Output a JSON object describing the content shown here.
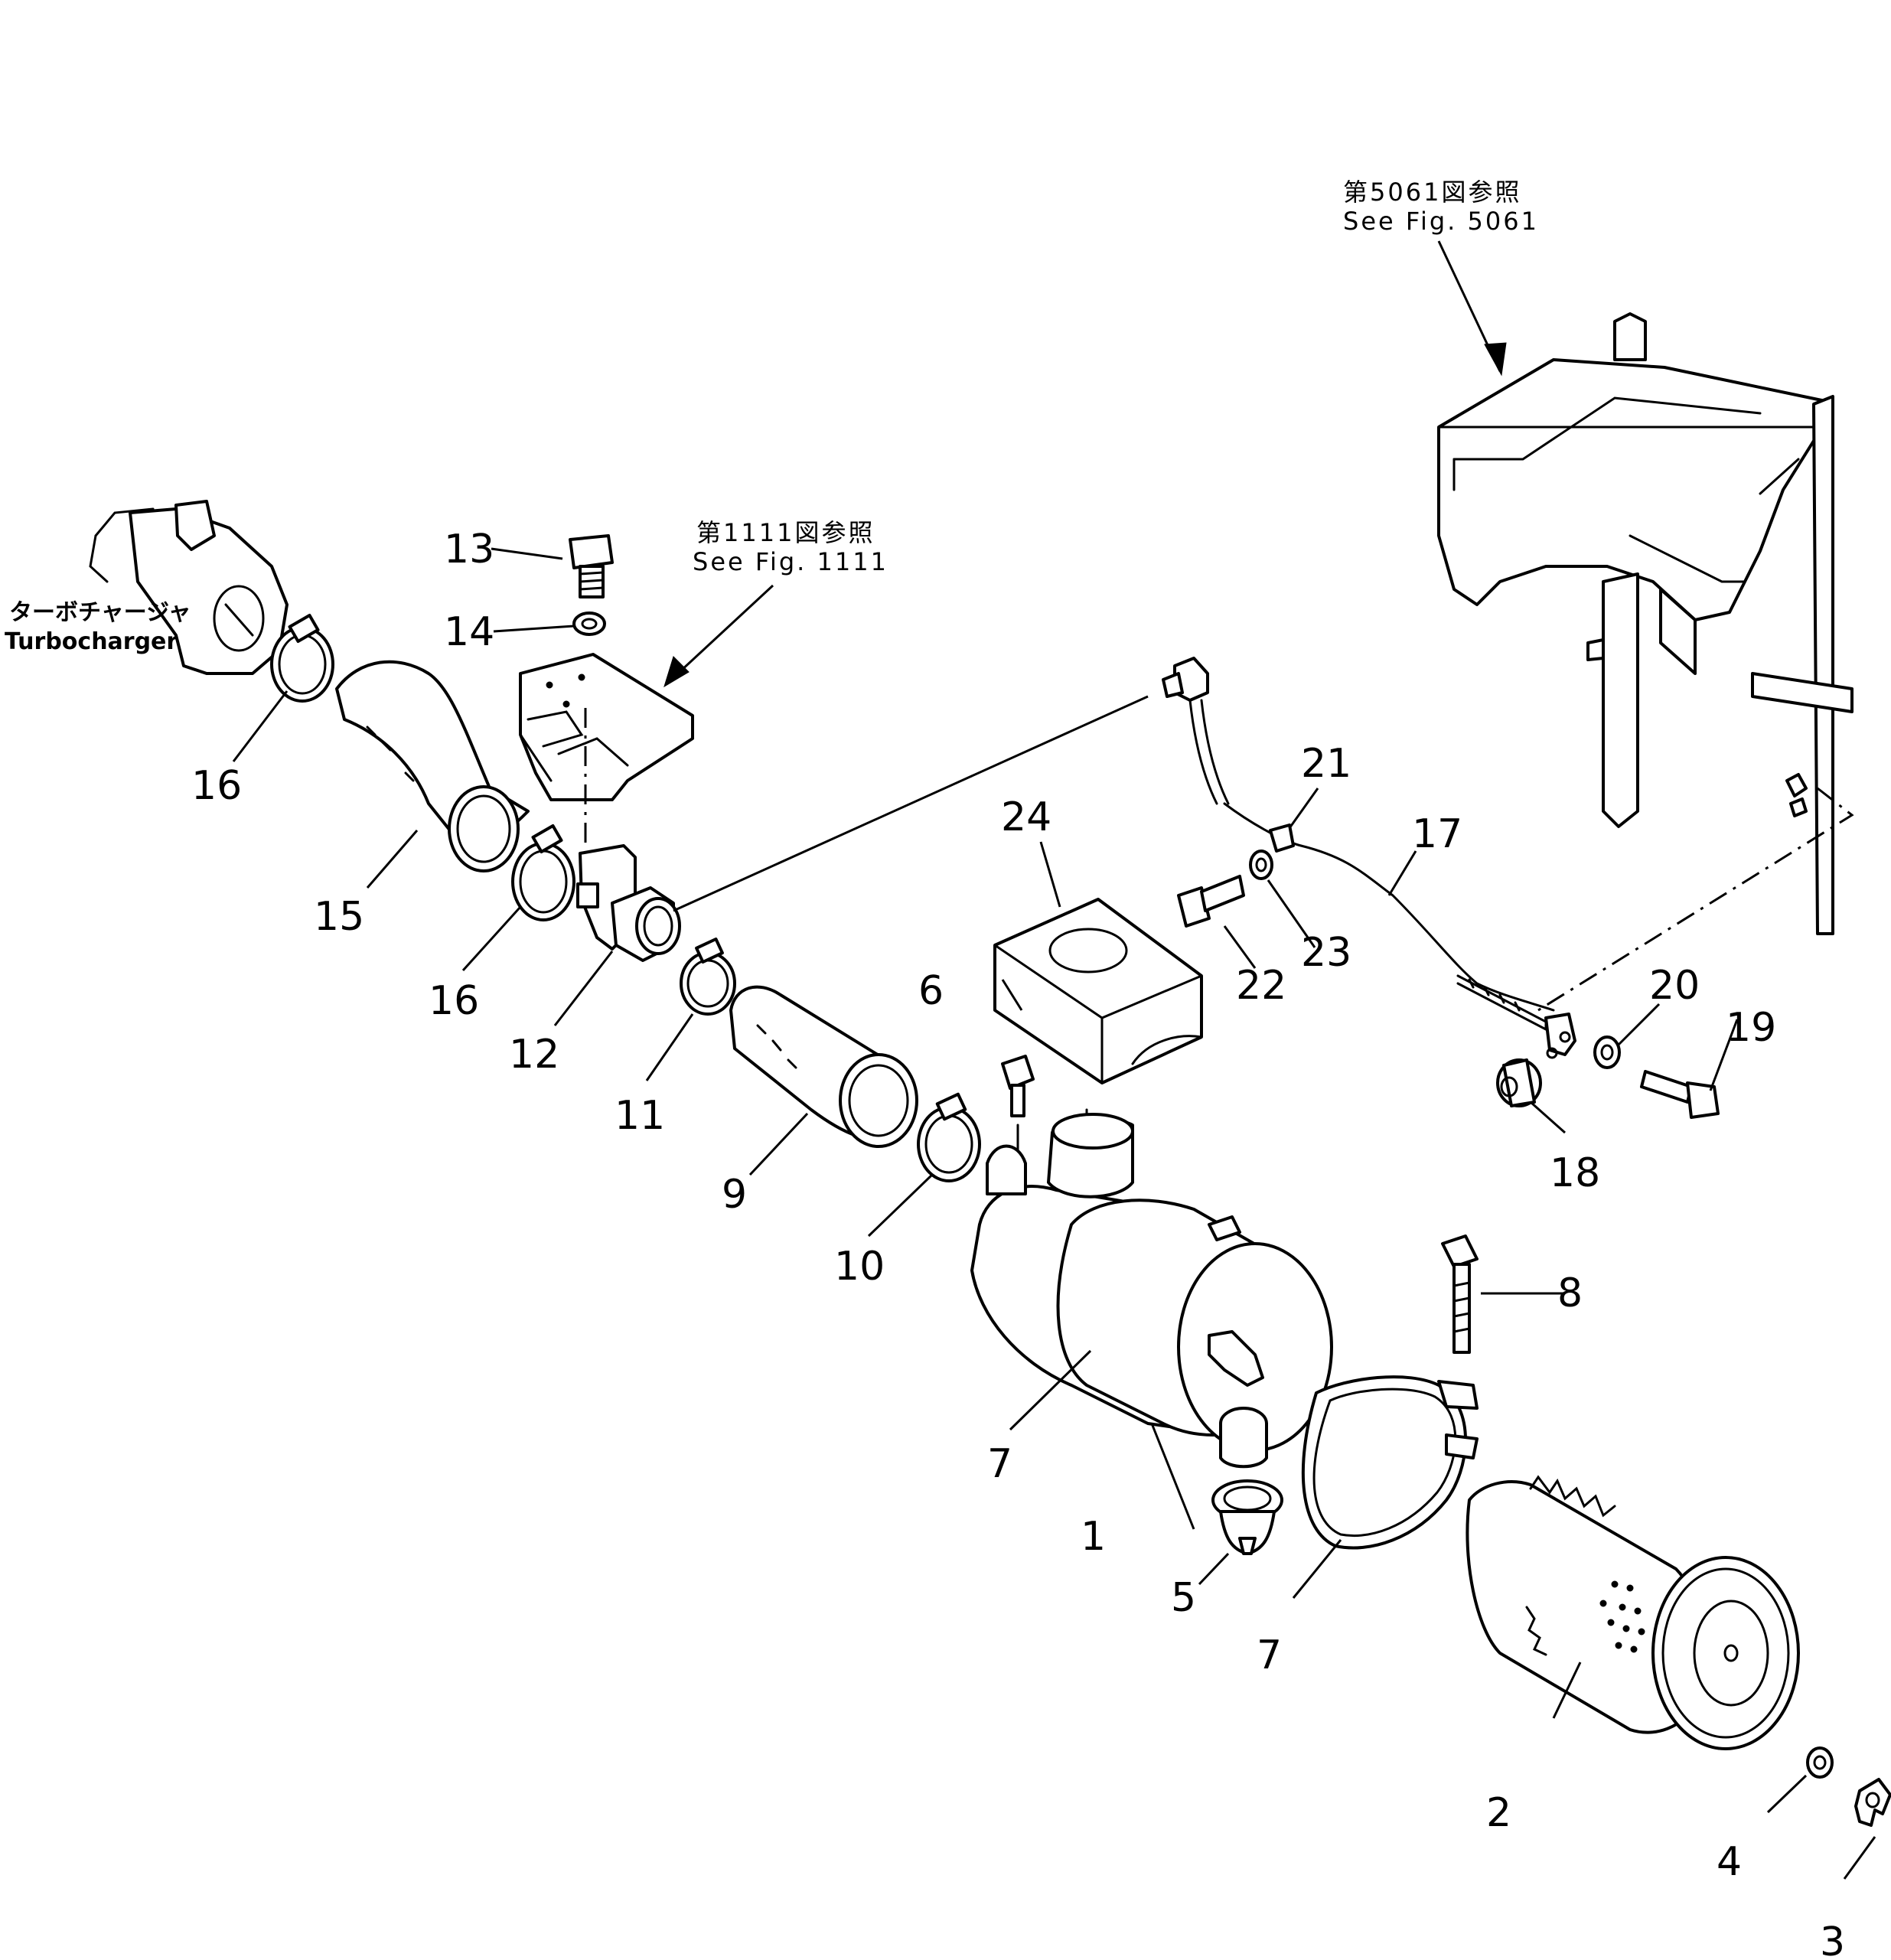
{
  "references": {
    "fig5061": {
      "jp": "第5061図参照",
      "en": "See  Fig.  5061"
    },
    "fig1111": {
      "jp": "第1111図参照",
      "en": "See  Fig.  1111"
    }
  },
  "turbocharger": {
    "jp": "ターボチャージャ",
    "en": "Turbocharger"
  },
  "callouts": [
    {
      "id": "c1",
      "label": "1"
    },
    {
      "id": "c2",
      "label": "2"
    },
    {
      "id": "c3",
      "label": "3"
    },
    {
      "id": "c4",
      "label": "4"
    },
    {
      "id": "c5",
      "label": "5"
    },
    {
      "id": "c6",
      "label": "6"
    },
    {
      "id": "c7a",
      "label": "7"
    },
    {
      "id": "c7b",
      "label": "7"
    },
    {
      "id": "c8",
      "label": "8"
    },
    {
      "id": "c9",
      "label": "9"
    },
    {
      "id": "c10",
      "label": "10"
    },
    {
      "id": "c11",
      "label": "11"
    },
    {
      "id": "c12",
      "label": "12"
    },
    {
      "id": "c13",
      "label": "13"
    },
    {
      "id": "c14",
      "label": "14"
    },
    {
      "id": "c15",
      "label": "15"
    },
    {
      "id": "c16a",
      "label": "16"
    },
    {
      "id": "c16b",
      "label": "16"
    },
    {
      "id": "c17",
      "label": "17"
    },
    {
      "id": "c18",
      "label": "18"
    },
    {
      "id": "c19",
      "label": "19"
    },
    {
      "id": "c20",
      "label": "20"
    },
    {
      "id": "c21",
      "label": "21"
    },
    {
      "id": "c22",
      "label": "22"
    },
    {
      "id": "c23",
      "label": "23"
    },
    {
      "id": "c24",
      "label": "24"
    }
  ]
}
